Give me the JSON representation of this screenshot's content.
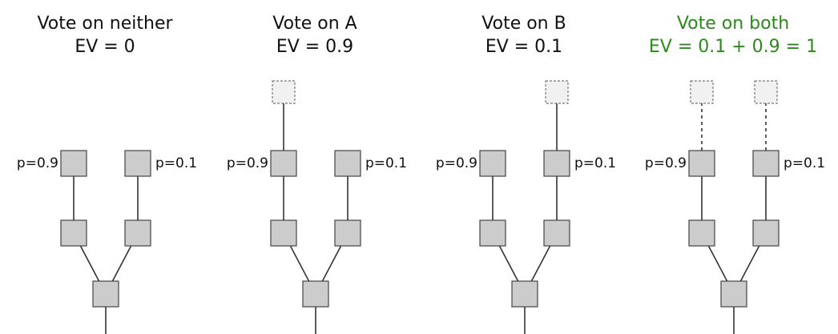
{
  "colors": {
    "text": "#111111",
    "highlight": "#2a8a1a",
    "node_fill": "#cccccc",
    "node_stroke": "#444444",
    "ghost_fill": "#f1f1f1",
    "ghost_stroke": "#777777",
    "line": "#333333"
  },
  "panels": [
    {
      "title": "Vote on neither",
      "ev": "EV = 0",
      "highlight": false,
      "left_prob": "p=0.9",
      "right_prob": "p=0.1",
      "left_vote": "none",
      "right_vote": "none"
    },
    {
      "title": "Vote on A",
      "ev": "EV = 0.9",
      "highlight": false,
      "left_prob": "p=0.9",
      "right_prob": "p=0.1",
      "left_vote": "solid",
      "right_vote": "none"
    },
    {
      "title": "Vote on B",
      "ev": "EV = 0.1",
      "highlight": false,
      "left_prob": "p=0.9",
      "right_prob": "p=0.1",
      "left_vote": "none",
      "right_vote": "solid"
    },
    {
      "title": "Vote on both",
      "ev": "EV = 0.1 + 0.9 = 1",
      "highlight": true,
      "left_prob": "p=0.9",
      "right_prob": "p=0.1",
      "left_vote": "dashed",
      "right_vote": "dashed"
    }
  ]
}
